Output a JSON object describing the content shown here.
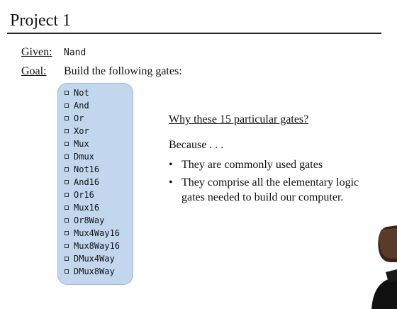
{
  "slide": {
    "title": "Project 1",
    "given_label": "Given:",
    "given_value": "Nand",
    "goal_label": "Goal:",
    "goal_value": "Build the following gates:"
  },
  "gates": [
    "Not",
    "And",
    "Or",
    "Xor",
    "Mux",
    "Dmux",
    "Not16",
    "And16",
    "Or16",
    "Mux16",
    "Or8Way",
    "Mux4Way16",
    "Mux8Way16",
    "DMux4Way",
    "DMux8Way"
  ],
  "why": {
    "heading": "Why these 15 particular gates?",
    "because": "Because . . .",
    "bullet_char": "•",
    "bullets": [
      "They are commonly used gates",
      "They comprise all the elementary logic gates needed to build our computer."
    ]
  },
  "colors": {
    "gate_box": "#c2d7ee",
    "text": "#111111"
  }
}
